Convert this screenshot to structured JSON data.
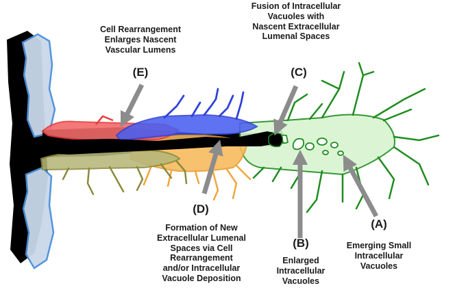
{
  "labels": {
    "e": {
      "letter": "(E)",
      "caption": "Cell Rearrangement\nEnlarges Nascent\nVascular Lumens"
    },
    "c": {
      "letter": "(C)",
      "caption": "Fusion of Intracellular\nVacuoles with\nNascent Extracellular\nLumenal Spaces"
    },
    "d": {
      "letter": "(D)",
      "caption": "Formation of New\nExtracellular Lumenal\nSpaces via Cell\nRearrangement\nand/or Intracellular\nVacuole Deposition"
    },
    "b": {
      "letter": "(B)",
      "caption": "Enlarged\nIntracellular\nVacuoles"
    },
    "a": {
      "letter": "(A)",
      "caption": "Emerging Small\nIntracellular\nVacuoles"
    }
  },
  "colors": {
    "vessel_wall": "#000000",
    "endothelium": "#c9d8ea",
    "endothelium_outline": "#4a90d9",
    "red_cell": "#f26b6b",
    "blue_cell": "#4a5ff0",
    "orange_cell": "#f8b95a",
    "olive_cell": "#b7b77a",
    "green_cell": "#d8f5d0",
    "green_outline": "#1e8c1e",
    "arrow": "#8c8c8c"
  }
}
